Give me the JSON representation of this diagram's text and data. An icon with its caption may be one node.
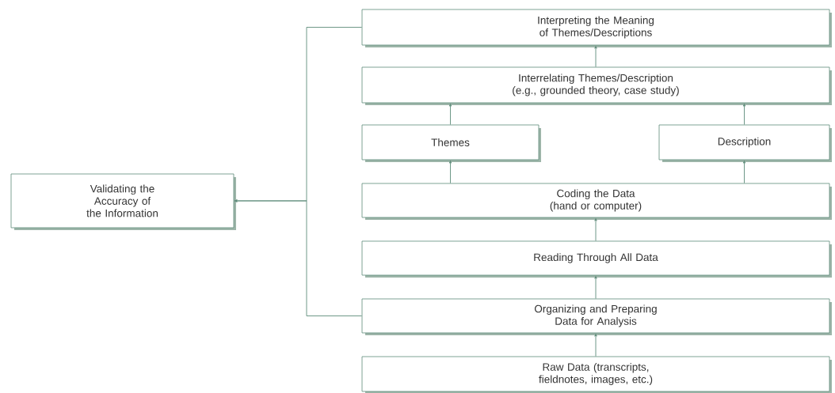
{
  "diagram": {
    "nodes": [
      {
        "text": [
          "Validating the Accuracy of the Information"
        ]
      },
      {
        "text": [
          "Interpreting the Meaning of Themes/Descriptions"
        ]
      },
      {
        "text": [
          "Interrelating Themes/Description (e.g., grounded theory, case study)"
        ]
      },
      {
        "text": [
          "Themes"
        ]
      },
      {
        "text": [
          "Description"
        ]
      },
      {
        "text": [
          "Coding the Data (hand or computer)"
        ]
      },
      {
        "text": [
          "Reading Through All Data"
        ]
      },
      {
        "text": [
          "Organizing and Preparing Data for Analysis"
        ]
      },
      {
        "text": [
          "Raw Data (transcripts, fieldnotes, images, etc.)"
        ]
      }
    ],
    "edges": [
      {
        "from": 8,
        "to": 7,
        "arrow": "to"
      },
      {
        "from": 7,
        "to": 6,
        "arrow": "to"
      },
      {
        "from": 6,
        "to": 5,
        "arrow": "to"
      },
      {
        "from": 5,
        "to": 3,
        "arrow": "to"
      },
      {
        "from": 5,
        "to": 4,
        "arrow": "to"
      },
      {
        "from": 3,
        "to": 2,
        "arrow": "to"
      },
      {
        "from": 4,
        "to": 2,
        "arrow": "to"
      },
      {
        "from": 2,
        "to": 1,
        "arrow": "to"
      },
      {
        "from": 1,
        "to": 0,
        "arrow": "to"
      },
      {
        "from": 7,
        "to": 0,
        "arrow": "to"
      }
    ]
  }
}
